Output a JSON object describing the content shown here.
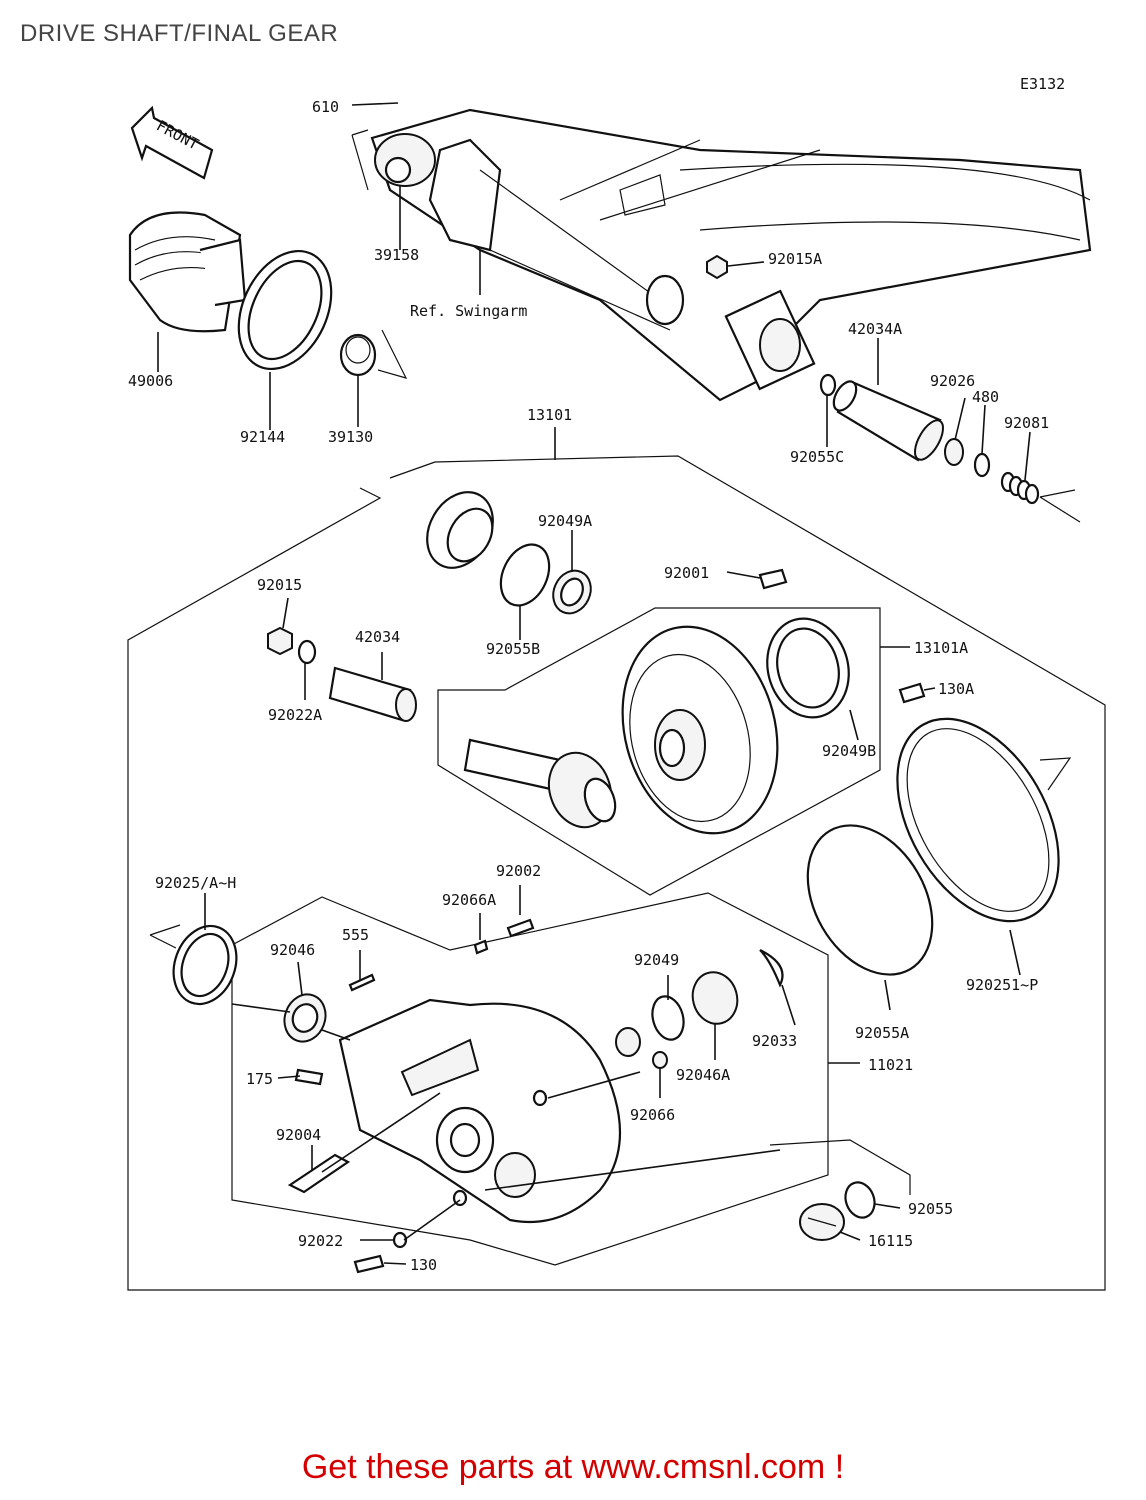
{
  "title": "DRIVE SHAFT/FINAL GEAR",
  "diagram_code": "E3132",
  "front_arrow_label": "FRONT",
  "parts": [
    {
      "id": "p610",
      "label": "610"
    },
    {
      "id": "p39158",
      "label": "39158"
    },
    {
      "id": "pRef",
      "label": "Ref. Swingarm"
    },
    {
      "id": "p92015A",
      "label": "92015A"
    },
    {
      "id": "p42034A",
      "label": "42034A"
    },
    {
      "id": "p49006",
      "label": "49006"
    },
    {
      "id": "p92144",
      "label": "92144"
    },
    {
      "id": "p39130",
      "label": "39130"
    },
    {
      "id": "p92026",
      "label": "92026"
    },
    {
      "id": "p480",
      "label": "480"
    },
    {
      "id": "p92081",
      "label": "92081"
    },
    {
      "id": "p92055C",
      "label": "92055C"
    },
    {
      "id": "p13101",
      "label": "13101"
    },
    {
      "id": "p92049A",
      "label": "92049A"
    },
    {
      "id": "p92001",
      "label": "92001"
    },
    {
      "id": "p92015",
      "label": "92015"
    },
    {
      "id": "p92055B",
      "label": "92055B"
    },
    {
      "id": "p42034",
      "label": "42034"
    },
    {
      "id": "p13101A",
      "label": "13101A"
    },
    {
      "id": "p130A",
      "label": "130A"
    },
    {
      "id": "p92022A",
      "label": "92022A"
    },
    {
      "id": "p92049B",
      "label": "92049B"
    },
    {
      "id": "p92002",
      "label": "92002"
    },
    {
      "id": "p92025AH",
      "label": "92025/A~H"
    },
    {
      "id": "p92066A",
      "label": "92066A"
    },
    {
      "id": "p555",
      "label": "555"
    },
    {
      "id": "p92046",
      "label": "92046"
    },
    {
      "id": "p92049",
      "label": "92049"
    },
    {
      "id": "p920251P",
      "label": "920251~P"
    },
    {
      "id": "p92033",
      "label": "92033"
    },
    {
      "id": "p92055A",
      "label": "92055A"
    },
    {
      "id": "p11021",
      "label": "11021"
    },
    {
      "id": "p175",
      "label": "175"
    },
    {
      "id": "p92046A",
      "label": "92046A"
    },
    {
      "id": "p92066",
      "label": "92066"
    },
    {
      "id": "p92004",
      "label": "92004"
    },
    {
      "id": "p92055",
      "label": "92055"
    },
    {
      "id": "p92022",
      "label": "92022"
    },
    {
      "id": "p16115",
      "label": "16115"
    },
    {
      "id": "p130",
      "label": "130"
    }
  ],
  "footer_text": "Get these parts at www.cmsnl.com !",
  "colors": {
    "footer": "#d40000",
    "title": "#444444",
    "lines": "#111111"
  }
}
